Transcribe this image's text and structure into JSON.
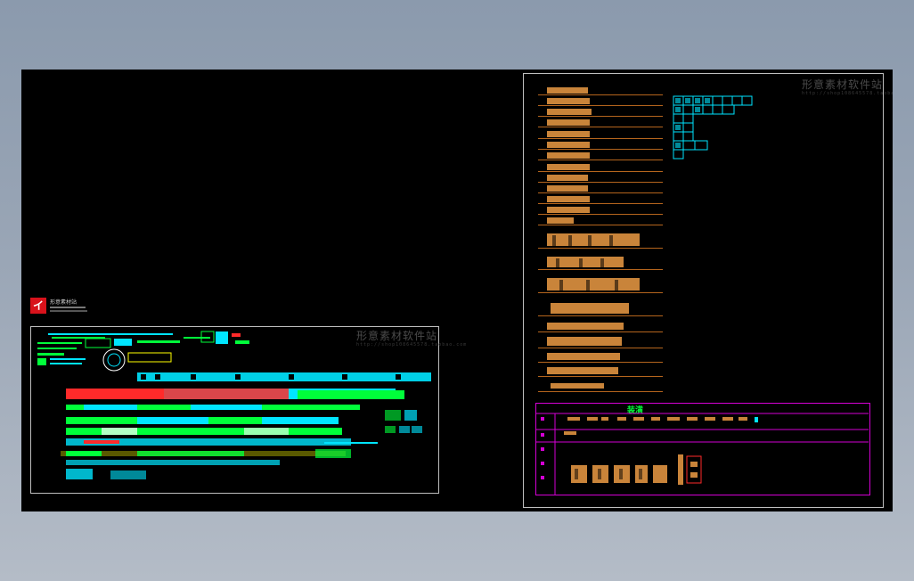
{
  "watermark": {
    "main_text": "形意素材软件站",
    "sub_text": "http://shop108645578.taobao.com"
  },
  "logo": {
    "brand_text": "形意素材站"
  },
  "catalog": {
    "title_text": "装潢"
  },
  "colors": {
    "background_dark": "#000000",
    "frame_border": "#bfbfbf",
    "row_line": "#b5651d",
    "block_orange": "#c9843a",
    "block_cyan": "#00e5ff",
    "block_green": "#00ff3a",
    "block_red": "#ff2a2a",
    "catalog_border": "#d400d4"
  }
}
